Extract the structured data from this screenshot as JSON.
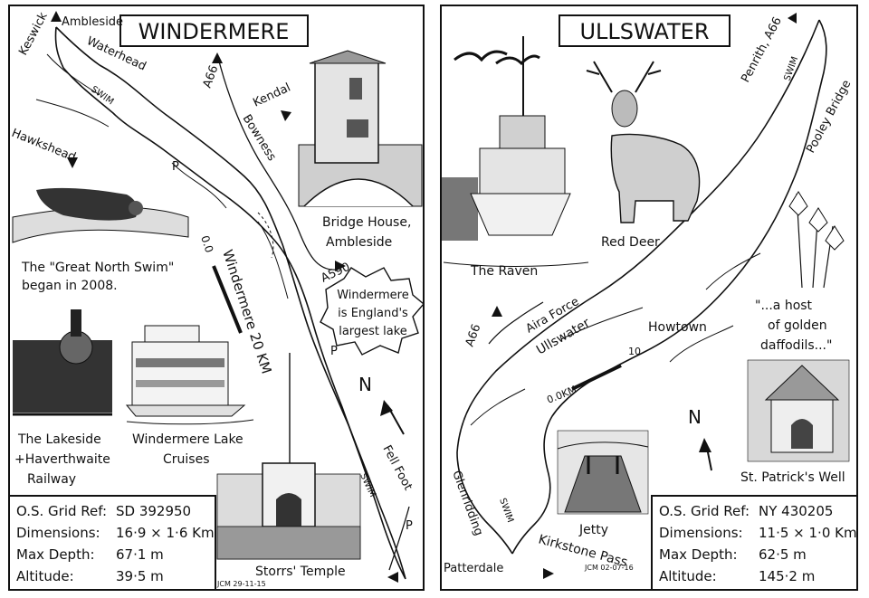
{
  "windermere": {
    "title": "WINDERMERE",
    "places": {
      "keswick": "Keswick",
      "ambleside": "Ambleside",
      "waterhead": "Waterhead",
      "hawkshead": "Hawkshead",
      "a66": "A66",
      "kendal": "Kendal",
      "bowness": "Bowness",
      "a590": "A590",
      "fell_foot": "Fell Foot",
      "p": "P"
    },
    "swim_label": "SWIM",
    "scale_start": "0.0",
    "scale_label": "Windermere 20 KM",
    "north": "N",
    "captions": {
      "swim_1": "The \"Great North Swim\"",
      "swim_2": "began in 2008.",
      "bridge_house_1": "Bridge House,",
      "bridge_house_2": "Ambleside",
      "largest_1": "Windermere",
      "largest_2": "is England's",
      "largest_3": "largest lake",
      "railway_1": "The Lakeside",
      "railway_2": "+Haverthwaite",
      "railway_3": "Railway",
      "cruises_1": "Windermere Lake",
      "cruises_2": "Cruises",
      "temple": "Storrs' Temple",
      "signature": "JCM 29-11-15"
    },
    "facts": [
      {
        "label": "O.S. Grid Ref:",
        "value": "SD 392950"
      },
      {
        "label": "Dimensions:",
        "value": "16·9 × 1·6 Km"
      },
      {
        "label": "Max Depth:",
        "value": "67·1 m"
      },
      {
        "label": "Altitude:",
        "value": "39·5 m"
      }
    ]
  },
  "ullswater": {
    "title": "ULLSWATER",
    "places": {
      "penrith": "Penrith, A66",
      "pooley_bridge": "Pooley Bridge",
      "aira_force": "Aira Force",
      "a66": "A66",
      "ullswater": "Ullswater",
      "howtown": "Howtown",
      "glenridding": "Glenridding",
      "patterdale": "Patterdale",
      "kirkstone": "Kirkstone Pass"
    },
    "swim_label": "SWIM",
    "scale_start": "0.0KM",
    "scale_end": "10",
    "north": "N",
    "captions": {
      "raven": "The Raven",
      "deer": "Red Deer",
      "daffodils_1": "\"...a host",
      "daffodils_2": "of golden",
      "daffodils_3": "daffodils...\"",
      "well": "St. Patrick's Well",
      "jetty": "Jetty",
      "signature": "JCM 02-07-16"
    },
    "facts": [
      {
        "label": "O.S. Grid Ref:",
        "value": "NY 430205"
      },
      {
        "label": "Dimensions:",
        "value": "11·5 × 1·0 Km"
      },
      {
        "label": "Max Depth:",
        "value": "62·5 m"
      },
      {
        "label": "Altitude:",
        "value": "145·2 m"
      }
    ]
  }
}
